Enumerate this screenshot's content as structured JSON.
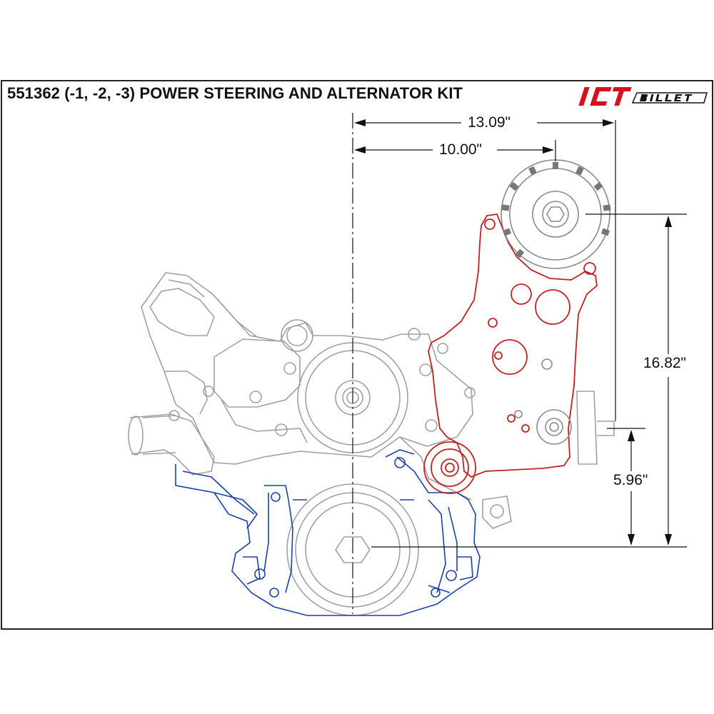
{
  "header": {
    "title": "551362 (-1, -2, -3) POWER STEERING AND ALTERNATOR KIT",
    "brand_logo": "ICT BILLET"
  },
  "dimensions": {
    "overall_width": "13.09\"",
    "pulley_offset": "10.00\"",
    "overall_height": "16.82\"",
    "lower_height": "5.96\""
  },
  "colors": {
    "frame": "#222222",
    "engine_block": "#1a3faa",
    "bracket": "#c42020",
    "background_parts": "#9a9a9a",
    "logo_red": "#d4111c"
  }
}
